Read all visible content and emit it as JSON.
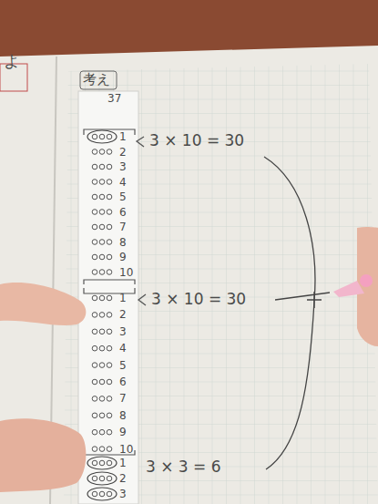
{
  "diagram": {
    "labels": [
      "よ",
      "考え",
      "37",
      "1",
      "2",
      "3",
      "4",
      "5",
      "6",
      "7",
      "8",
      "9",
      "10",
      "3 × 10 = 30",
      "1",
      "2",
      "3",
      "4",
      "5",
      "6",
      "7",
      "8",
      "9",
      "10",
      "3 × 10 = 30",
      "1",
      "2",
      "3",
      "3 × 3 = 6"
    ]
  }
}
